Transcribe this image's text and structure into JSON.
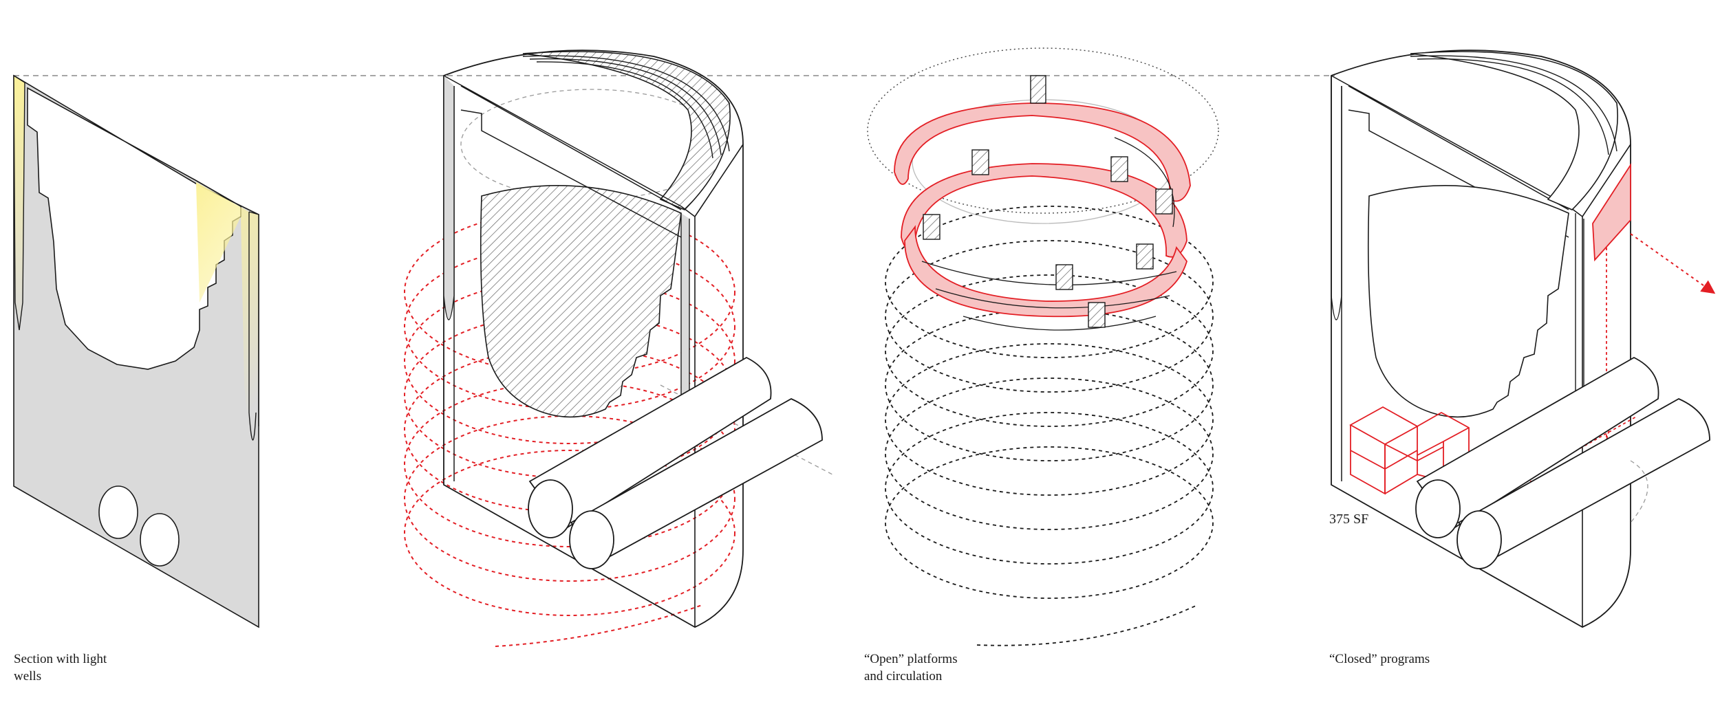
{
  "captions": {
    "section": [
      "Section with light",
      "wells"
    ],
    "open": [
      "“Open” platforms",
      "and circulation"
    ],
    "closed": [
      "“Closed” programs"
    ]
  },
  "annotations": {
    "area": "375 SF"
  },
  "colors": {
    "line": "#1a1a1a",
    "accent": "#e31e24",
    "accent_fill": "#f7c3c3",
    "section_fill": "#dadada",
    "light": "#fbf19a"
  }
}
